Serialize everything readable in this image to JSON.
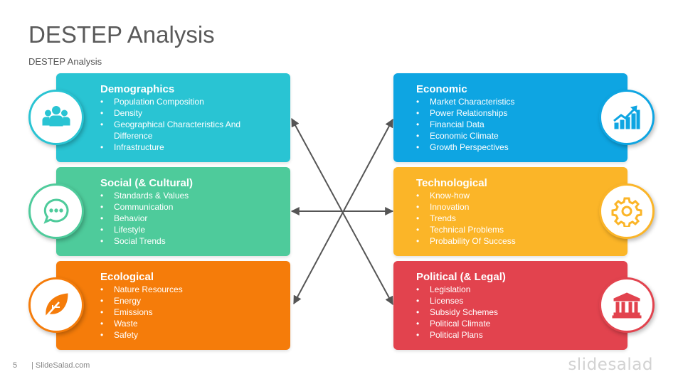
{
  "header": {
    "title": "DESTEP Analysis",
    "subtitle": "DESTEP Analysis"
  },
  "cards": [
    {
      "title": "Demographics",
      "color": "#29C4D3",
      "icon": "people-group-icon",
      "items": [
        "Population Composition",
        "Density",
        "Geographical Characteristics And Difference",
        "Infrastructure"
      ]
    },
    {
      "title": "Social (& Cultural)",
      "color": "#4ECB9B",
      "icon": "chat-bubble-icon",
      "items": [
        "Standards & Values",
        "Communication",
        "Behavior",
        "Lifestyle",
        "Social Trends"
      ]
    },
    {
      "title": "Ecological",
      "color": "#F57C0A",
      "icon": "leaf-icon",
      "items": [
        "Nature Resources",
        "Energy",
        "Emissions",
        "Waste",
        "Safety"
      ]
    },
    {
      "title": "Economic",
      "color": "#0EA5E2",
      "icon": "growth-chart-icon",
      "items": [
        "Market Characteristics",
        "Power Relationships",
        "Financial Data",
        "Economic Climate",
        "Growth Perspectives"
      ]
    },
    {
      "title": "Technological",
      "color": "#FBB528",
      "icon": "gear-icon",
      "items": [
        "Know-how",
        "Innovation",
        "Trends",
        "Technical Problems",
        "Probability Of Success"
      ]
    },
    {
      "title": "Political (& Legal)",
      "color": "#E2434E",
      "icon": "government-building-icon",
      "items": [
        "Legislation",
        "Licenses",
        "Subsidy Schemes",
        "Political Climate",
        "Political Plans"
      ]
    }
  ],
  "footer": {
    "page_number": "5",
    "site": "| SlideSalad.com",
    "brand": "slidesalad"
  },
  "colors": {
    "arrow": "#555555",
    "title": "#5a5a5a"
  }
}
